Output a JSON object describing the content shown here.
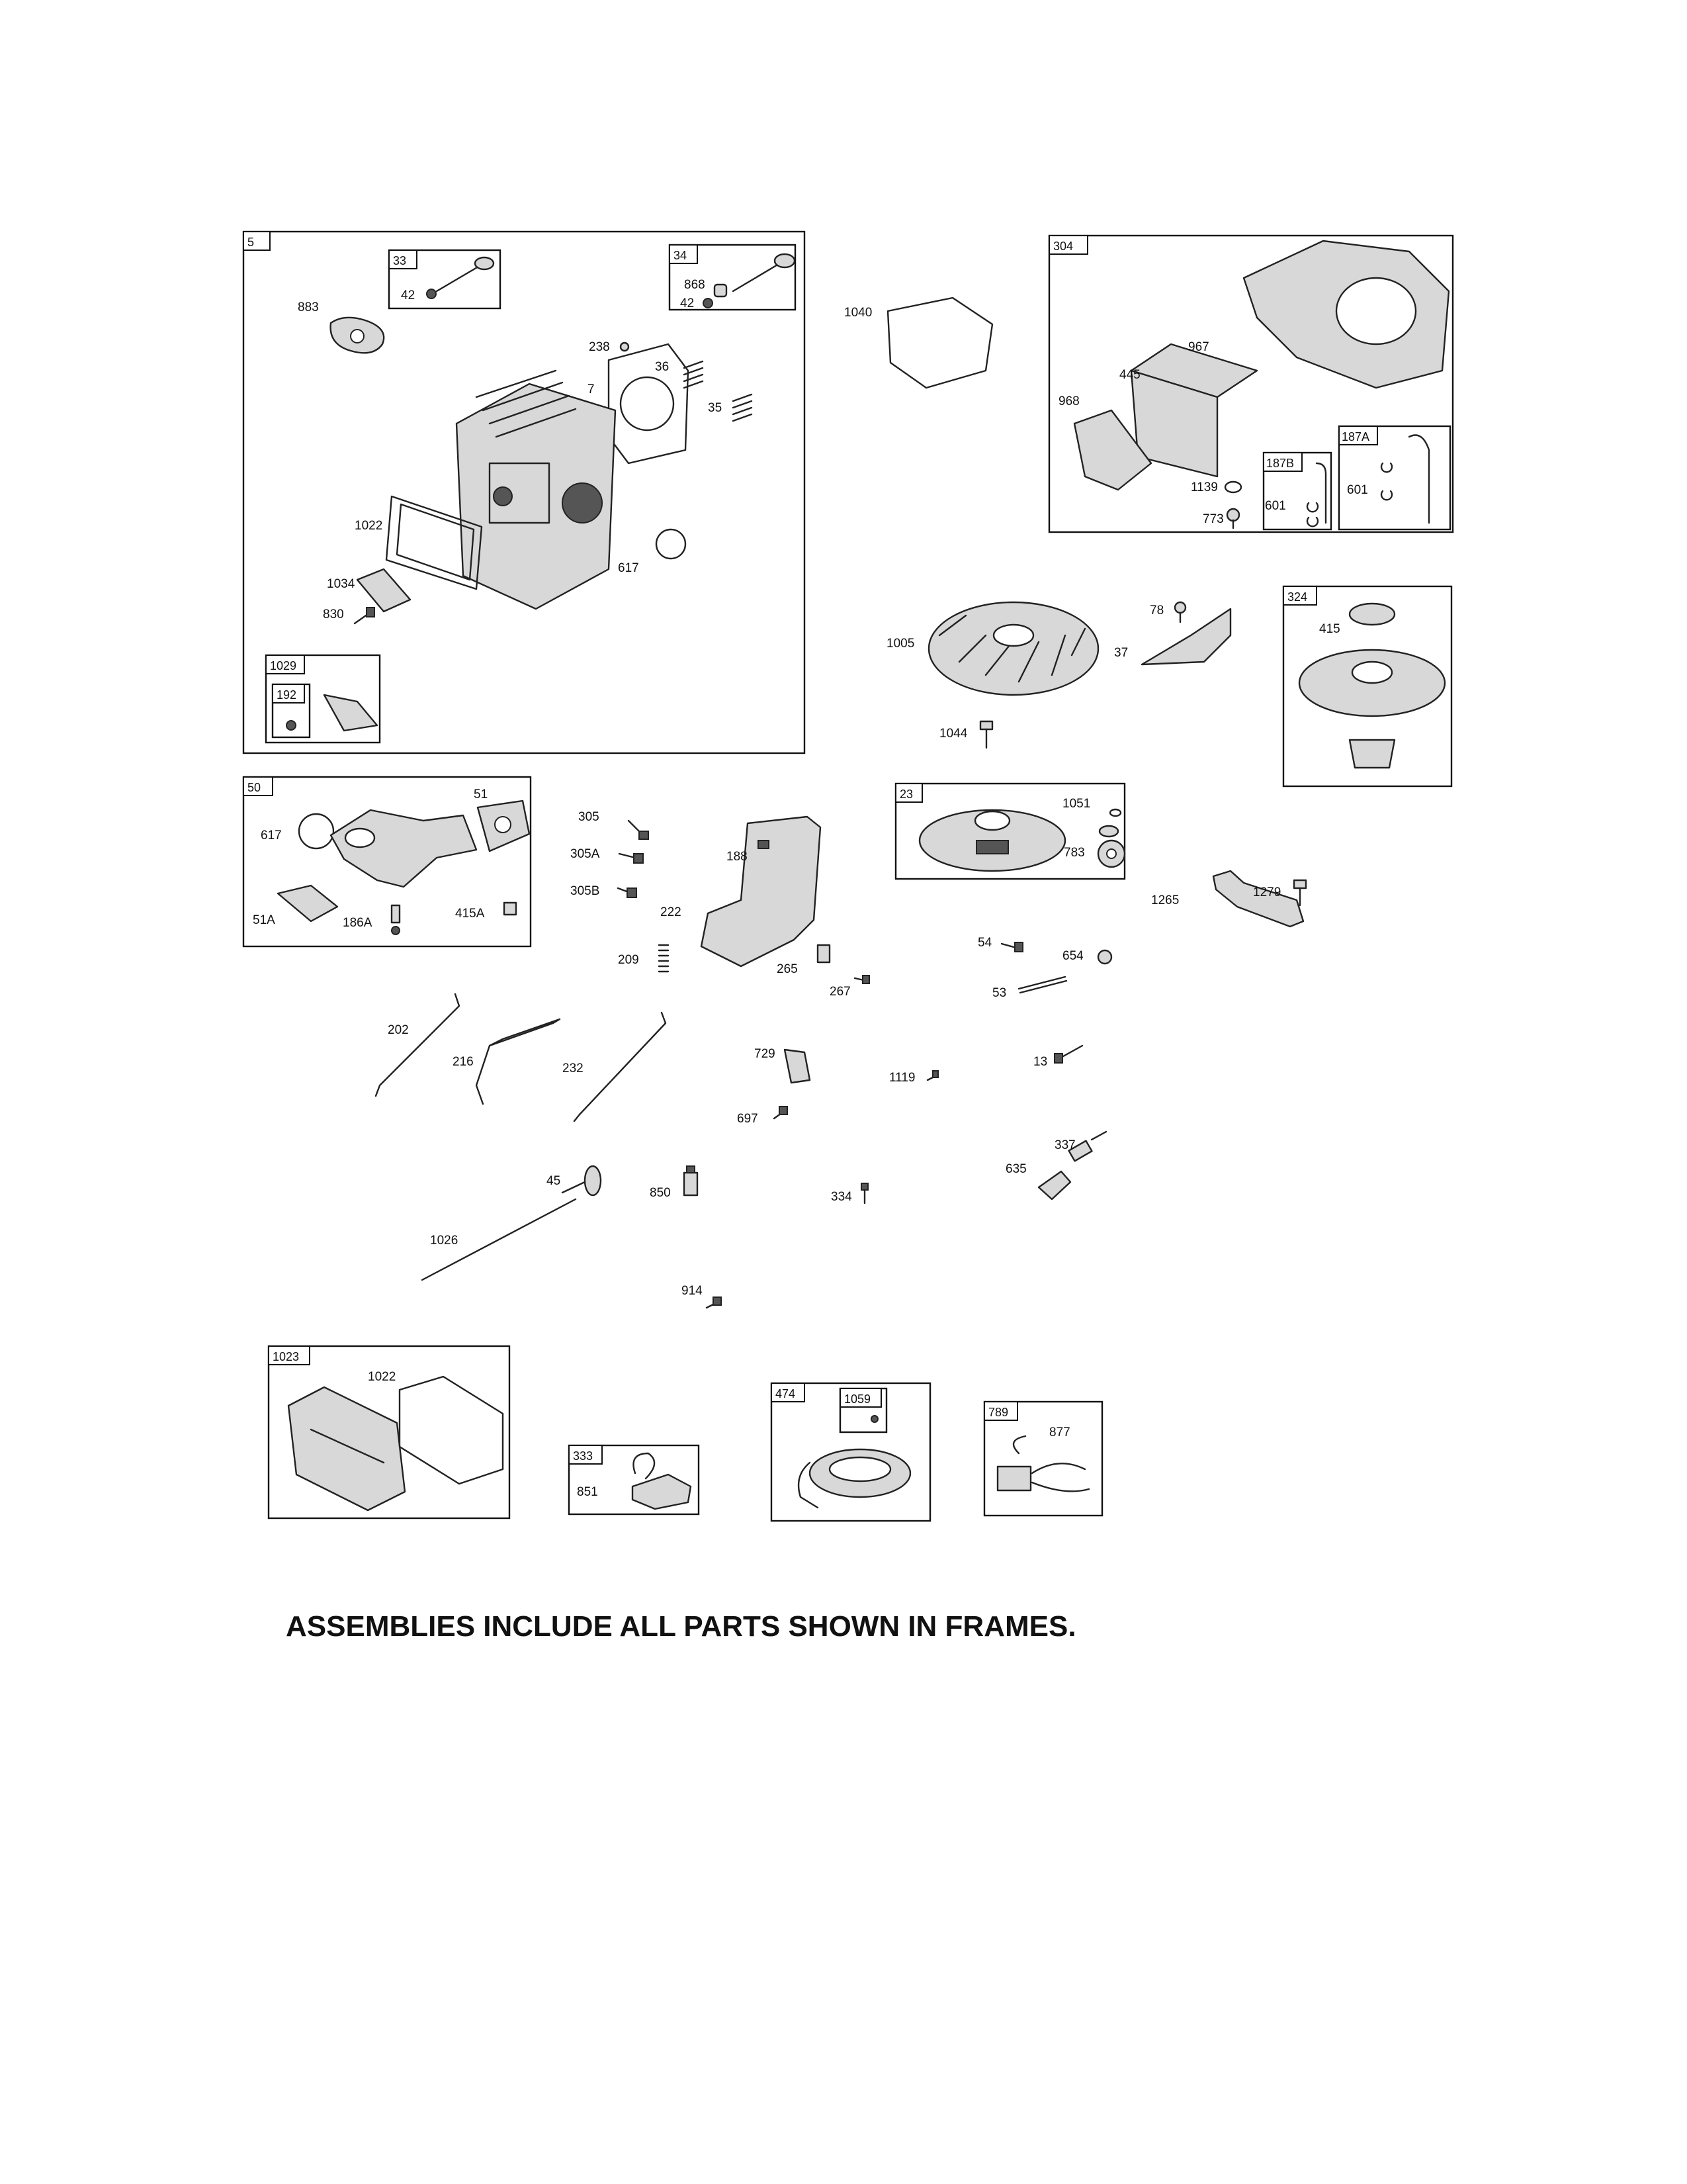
{
  "footer_note": "ASSEMBLIES INCLUDE ALL PARTS SHOWN IN FRAMES.",
  "frames": [
    {
      "id": "5"
    },
    {
      "id": "33"
    },
    {
      "id": "34"
    },
    {
      "id": "1029"
    },
    {
      "id": "192"
    },
    {
      "id": "304"
    },
    {
      "id": "187B"
    },
    {
      "id": "187A"
    },
    {
      "id": "324"
    },
    {
      "id": "23"
    },
    {
      "id": "50"
    },
    {
      "id": "1023"
    },
    {
      "id": "333"
    },
    {
      "id": "474"
    },
    {
      "id": "1059"
    },
    {
      "id": "789"
    }
  ],
  "labels": [
    "42",
    "868",
    "42",
    "883",
    "238",
    "7",
    "36",
    "35",
    "1022",
    "617",
    "1034",
    "830",
    "1040",
    "967",
    "445",
    "968",
    "1139",
    "773",
    "601",
    "601",
    "78",
    "37",
    "1005",
    "1044",
    "415",
    "1051",
    "783",
    "1265",
    "1279",
    "51",
    "617",
    "51A",
    "186A",
    "415A",
    "305",
    "305A",
    "305B",
    "188",
    "222",
    "209",
    "265",
    "267",
    "54",
    "654",
    "53",
    "202",
    "216",
    "232",
    "729",
    "1119",
    "697",
    "13",
    "337",
    "635",
    "45",
    "850",
    "334",
    "1026",
    "914",
    "1022",
    "851",
    "877"
  ]
}
